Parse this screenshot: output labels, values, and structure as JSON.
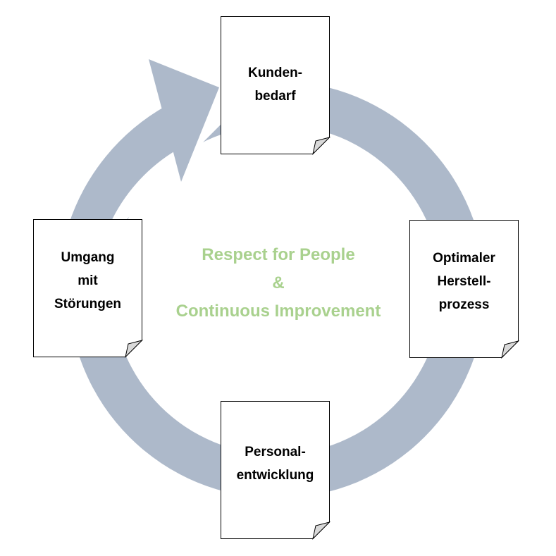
{
  "colors": {
    "ring": "#adb9ca",
    "center_text": "#a9d18e",
    "doc_fill": "#ffffff",
    "doc_stroke": "#000000",
    "fold_fill": "#d9d9d9"
  },
  "steps": [
    {
      "label": "Kunden-\nbedarf"
    },
    {
      "label": "Optimaler\nHerstell-\nprozess"
    },
    {
      "label": "Personal-\nentwicklung"
    },
    {
      "label": "Umgang\nmit\nStörungen"
    }
  ],
  "center": {
    "line1": "Respect for People",
    "line2": "&",
    "line3": "Continuous Improvement"
  }
}
